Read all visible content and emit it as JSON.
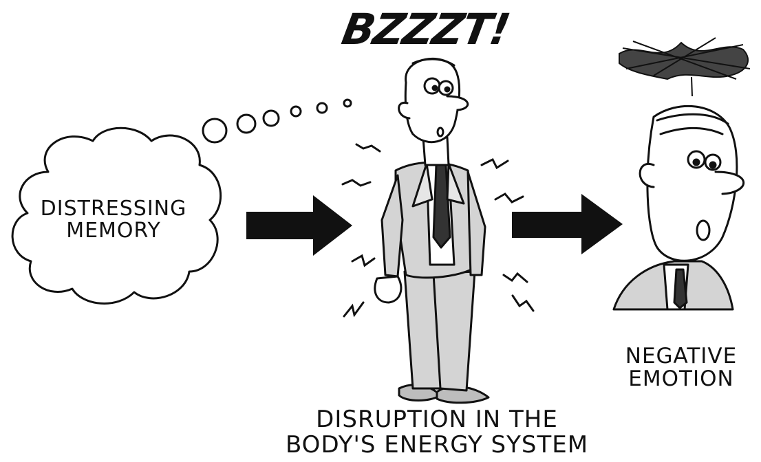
{
  "exclamation": "BZZZT!",
  "stages": [
    {
      "id": "memory",
      "lines": [
        "DISTRESSING",
        "MEMORY"
      ]
    },
    {
      "id": "disruption",
      "lines": [
        "DISRUPTION IN THE",
        "BODY'S ENERGY SYSTEM"
      ]
    },
    {
      "id": "emotion",
      "lines": [
        "NEGATIVE",
        "EMOTION"
      ]
    }
  ],
  "colors": {
    "ink": "#111111",
    "suit": "#d9d9d9",
    "background": "#ffffff"
  },
  "icons": [
    "thought-cloud-icon",
    "arrow-right-icon",
    "standing-man-icon",
    "man-head-icon",
    "scribble-cloud-icon"
  ]
}
